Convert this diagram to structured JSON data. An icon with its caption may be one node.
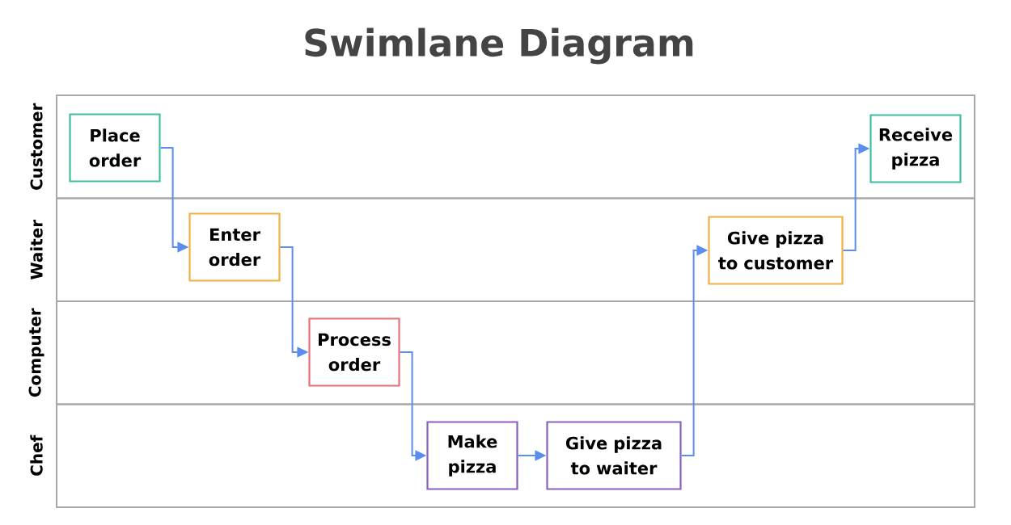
{
  "diagram": {
    "title": "Swimlane Diagram",
    "nodes": [
      {
        "text": [
          "Customer"
        ]
      },
      {
        "text": [
          "Waiter"
        ]
      },
      {
        "text": [
          "Computer"
        ]
      },
      {
        "text": [
          "Chef"
        ]
      },
      {
        "text": [
          "Place order"
        ],
        "in": 0
      },
      {
        "text": [
          "Enter order"
        ],
        "in": 1
      },
      {
        "text": [
          "Process order"
        ],
        "in": 2
      },
      {
        "text": [
          "Make pizza"
        ],
        "in": 3
      },
      {
        "text": [
          "Give pizza to waiter"
        ],
        "in": 3
      },
      {
        "text": [
          "Give pizza to customer"
        ],
        "in": 1
      },
      {
        "text": [
          "Receive pizza"
        ],
        "in": 0
      }
    ],
    "edges": [
      {
        "from": 4,
        "to": 5,
        "arrow": "to"
      },
      {
        "from": 5,
        "to": 6,
        "arrow": "to"
      },
      {
        "from": 6,
        "to": 7,
        "arrow": "to"
      },
      {
        "from": 7,
        "to": 8,
        "arrow": "to"
      },
      {
        "from": 8,
        "to": 9,
        "arrow": "to"
      },
      {
        "from": 9,
        "to": 10,
        "arrow": "to"
      }
    ]
  }
}
